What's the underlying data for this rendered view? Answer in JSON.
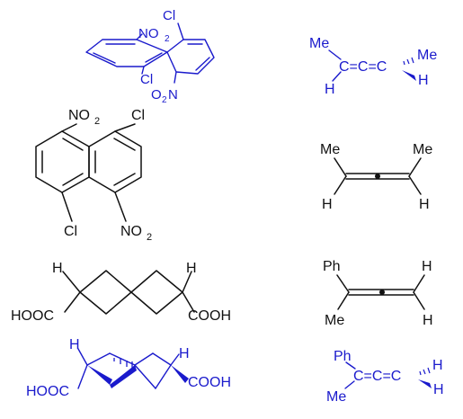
{
  "structures": {
    "biphenyl_blue": {
      "cl_top": "Cl",
      "no2_top": "NO",
      "no2_top_sub": "2",
      "cl_bottom": "Cl",
      "o2n_o": "O",
      "o2n_sub": "2",
      "o2n_n": "N"
    },
    "biphenyl_black": {
      "no2_top": "NO",
      "no2_top_sub": "2",
      "cl_top": "Cl",
      "cl_bottom": "Cl",
      "no2_bottom": "NO",
      "no2_bottom_sub": "2"
    },
    "spiro_black": {
      "h_left": "H",
      "h_right": "H",
      "acid_left": "HOOC",
      "acid_right": "COOH"
    },
    "spiro_blue": {
      "h_left": "H",
      "h_right": "H",
      "acid_left": "HOOC",
      "acid_right": "COOH"
    },
    "allene_blue_top": {
      "me_left": "Me",
      "chain": "C=C=C",
      "me_right": "Me",
      "h_left": "H",
      "h_right": "H"
    },
    "allene_black_1": {
      "me_left": "Me",
      "me_right": "Me",
      "h_left": "H",
      "h_right": "H"
    },
    "allene_black_2": {
      "ph": "Ph",
      "h_top": "H",
      "me": "Me",
      "h_bottom": "H"
    },
    "allene_blue_bottom": {
      "ph": "Ph",
      "chain": "C=C=C",
      "me": "Me",
      "h_top": "H",
      "h_bottom": "H"
    }
  },
  "colors": {
    "blue": "#1a1acc",
    "black": "#111111"
  }
}
